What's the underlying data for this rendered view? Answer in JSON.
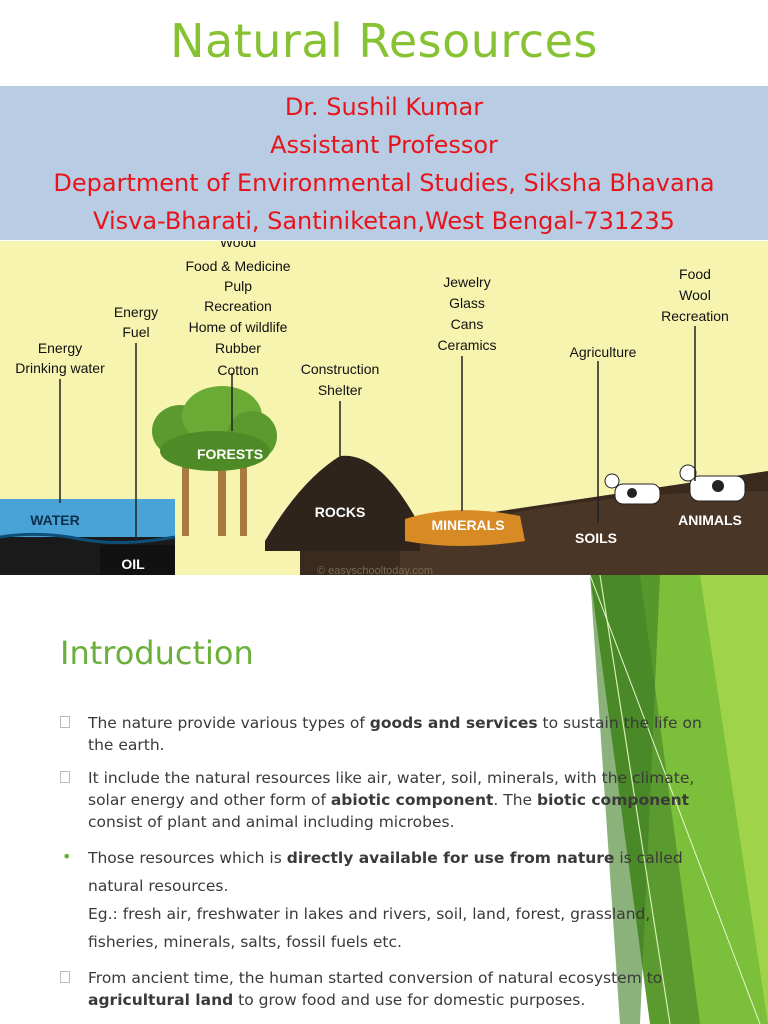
{
  "slide1": {
    "title": "Natural Resources",
    "author_lines": [
      "Dr. Sushil Kumar",
      "Assistant Professor",
      "Department of Environmental Studies, Siksha Bhavana",
      "Visva-Bharati, Santiniketan,West Bengal-731235"
    ],
    "illustration": {
      "water_uses": [
        "Energy",
        "Drinking water"
      ],
      "oil_uses": [
        "Energy",
        "Fuel"
      ],
      "forest_uses": [
        "Wood",
        "Food & Medicine",
        "Pulp",
        "Recreation",
        "Home of wildlife",
        "Rubber",
        "Cotton"
      ],
      "rock_uses": [
        "Construction",
        "Shelter"
      ],
      "mineral_uses": [
        "Jewelry",
        "Glass",
        "Cans",
        "Ceramics"
      ],
      "soil_uses": [
        "Agriculture"
      ],
      "animal_uses": [
        "Food",
        "Wool",
        "Recreation"
      ],
      "labels": {
        "water": "WATER",
        "oil": "OIL",
        "forests": "FORESTS",
        "rocks": "ROCKS",
        "minerals": "MINERALS",
        "soils": "SOILS",
        "animals": "ANIMALS"
      },
      "watermark": "© easyschooltoday.com"
    }
  },
  "slide2": {
    "heading": "Introduction",
    "bullets": [
      {
        "parts": [
          {
            "t": "The nature provide various types of "
          },
          {
            "t": "goods and services",
            "b": true
          },
          {
            "t": " to sustain the life on the earth."
          }
        ]
      },
      {
        "parts": [
          {
            "t": "It include the natural resources like air, water, soil, minerals, with the climate, solar energy and other form of "
          },
          {
            "t": "abiotic component",
            "b": true
          },
          {
            "t": ". The "
          },
          {
            "t": "biotic component",
            "b": true
          },
          {
            "t": " consist of plant and animal including microbes."
          }
        ]
      },
      {
        "marker": "dot",
        "parts": [
          {
            "t": "Those resources which is "
          },
          {
            "t": "directly available for use from nature",
            "b": true
          },
          {
            "t": " is called natural resources."
          }
        ],
        "example": "Eg.: fresh air, freshwater in lakes and rivers, soil, land, forest, grassland, fisheries, minerals, salts, fossil fuels etc."
      },
      {
        "parts": [
          {
            "t": "From ancient time, the human started conversion of natural ecosystem to "
          },
          {
            "t": "agricultural land",
            "b": true
          },
          {
            "t": " to grow food and use for domestic purposes."
          }
        ]
      }
    ]
  },
  "colors": {
    "title_green": "#86c232",
    "author_red": "#e8141b",
    "author_bg": "#b8cde3",
    "scene_bg": "#f7f4b0"
  }
}
